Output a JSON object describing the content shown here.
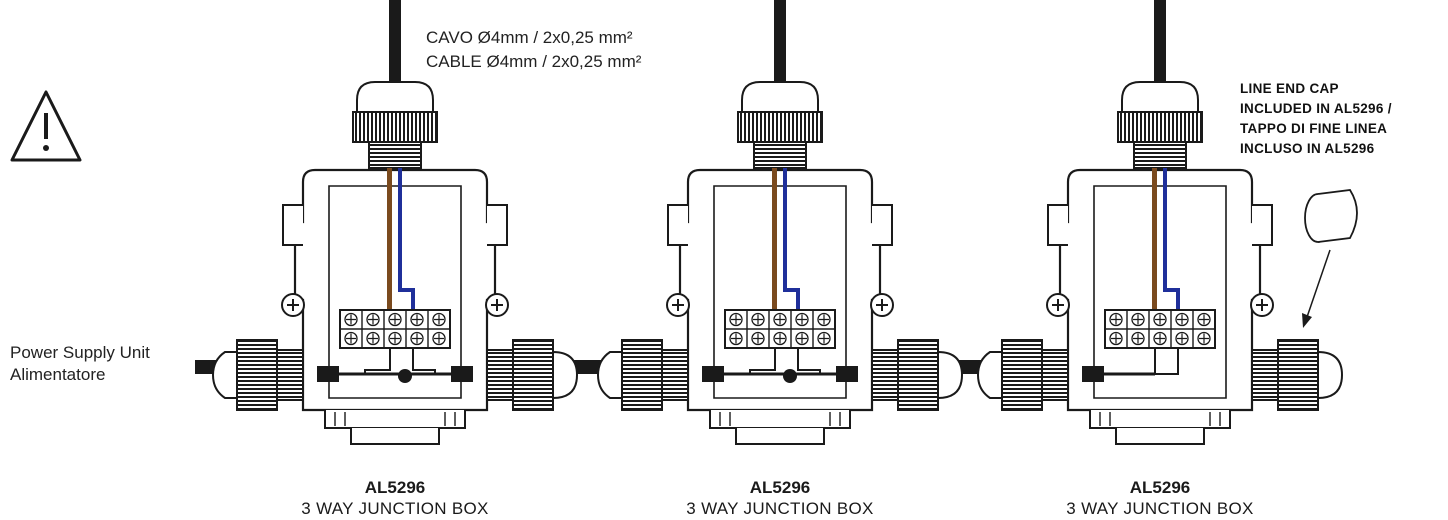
{
  "cable_spec": {
    "line1": "CAVO Ø4mm / 2x0,25 mm²",
    "line2": "CABLE Ø4mm /  2x0,25 mm²"
  },
  "power_supply": {
    "line1": "Power Supply Unit",
    "line2": "Alimentatore"
  },
  "end_cap_note": {
    "line1": "LINE END CAP",
    "line2": "INCLUDED IN AL5296 /",
    "line3": "TAPPO DI FINE LINEA",
    "line4": "INCLUSO IN AL5296"
  },
  "junction_boxes": [
    {
      "code": "AL5296",
      "description": "3 WAY JUNCTION BOX"
    },
    {
      "code": "AL5296",
      "description": "3 WAY JUNCTION BOX"
    },
    {
      "code": "AL5296",
      "description": "3 WAY JUNCTION BOX"
    }
  ],
  "icons": {
    "warning": "warning-triangle-icon",
    "end_cap": "end-cap-icon"
  },
  "colors": {
    "line": "#1a1a1a",
    "brown_wire": "#7a4a1e",
    "blue_wire": "#1f2f9a"
  }
}
